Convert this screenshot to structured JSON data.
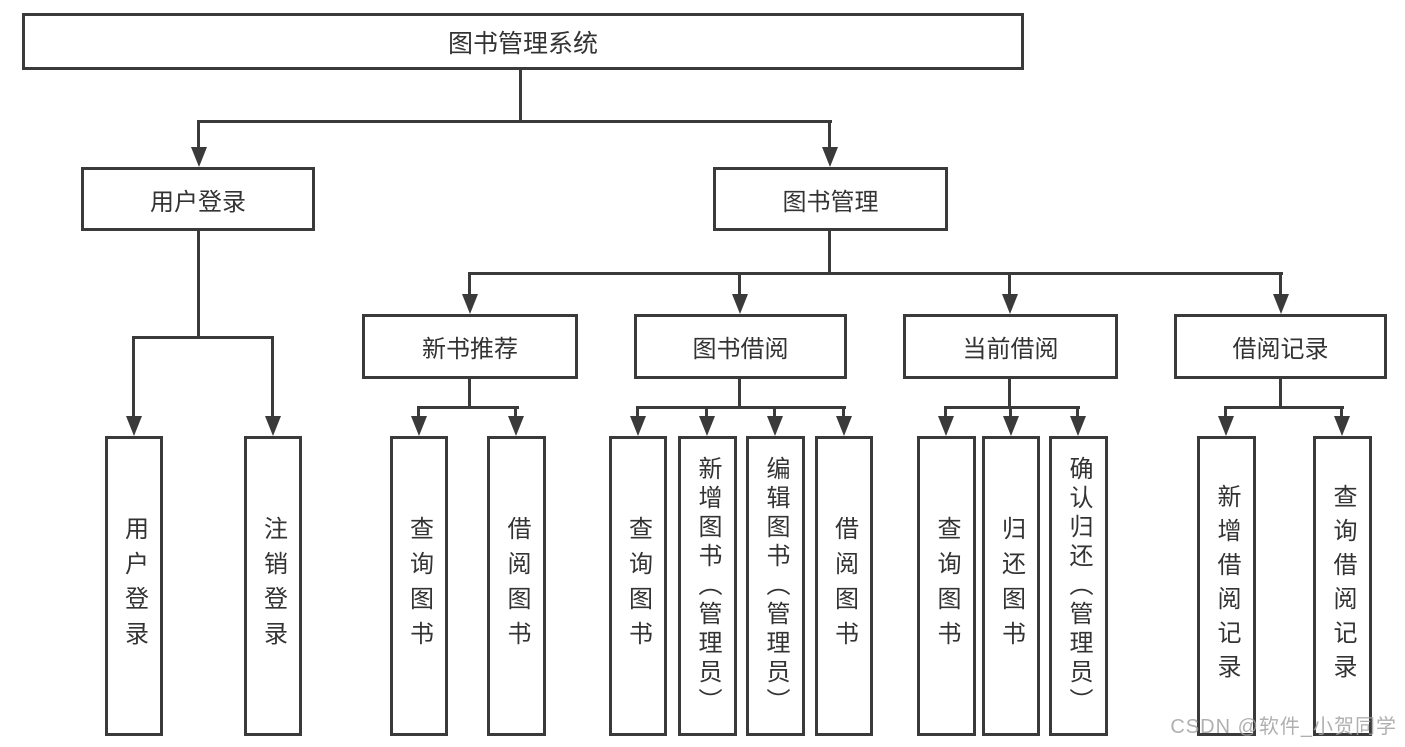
{
  "tree": {
    "root": "图书管理系统",
    "branches": [
      {
        "label": "用户登录",
        "children": [
          "用户登录",
          "注销登录"
        ]
      },
      {
        "label": "图书管理",
        "sections": [
          {
            "label": "新书推荐",
            "children": [
              "查询图书",
              "借阅图书"
            ]
          },
          {
            "label": "图书借阅",
            "children": [
              "查询图书",
              "新增图书（管理员）",
              "编辑图书（管理员）",
              "借阅图书"
            ]
          },
          {
            "label": "当前借阅",
            "children": [
              "查询图书",
              "归还图书",
              "确认归还（管理员）"
            ]
          },
          {
            "label": "借阅记录",
            "children": [
              "新增借阅记录",
              "查询借阅记录"
            ]
          }
        ]
      }
    ]
  },
  "watermark": "CSDN @软件_小贺同学",
  "colors": {
    "line": "#3a3a3a",
    "text": "#333333",
    "watermark": "#a2a2a2",
    "background": "#ffffff"
  }
}
